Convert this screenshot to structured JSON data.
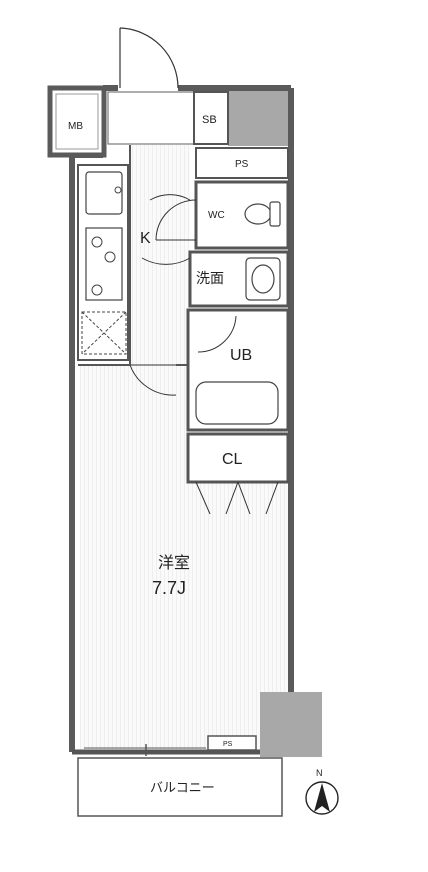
{
  "rooms": {
    "mb": "MB",
    "sb": "SB",
    "ps_top": "PS",
    "wc": "WC",
    "kitchen": "K",
    "washroom": "洗面",
    "unit_bath": "UB",
    "closet": "CL",
    "western_room": "洋室",
    "western_room_size": "7.7J",
    "ps_bottom": "PS",
    "balcony": "バルコニー"
  },
  "compass": {
    "north": "N"
  },
  "colors": {
    "wall": "#5a5a5a",
    "floor_hatch": "#e6e6e6",
    "shaft": "#a8a8a8",
    "line": "#333333"
  }
}
